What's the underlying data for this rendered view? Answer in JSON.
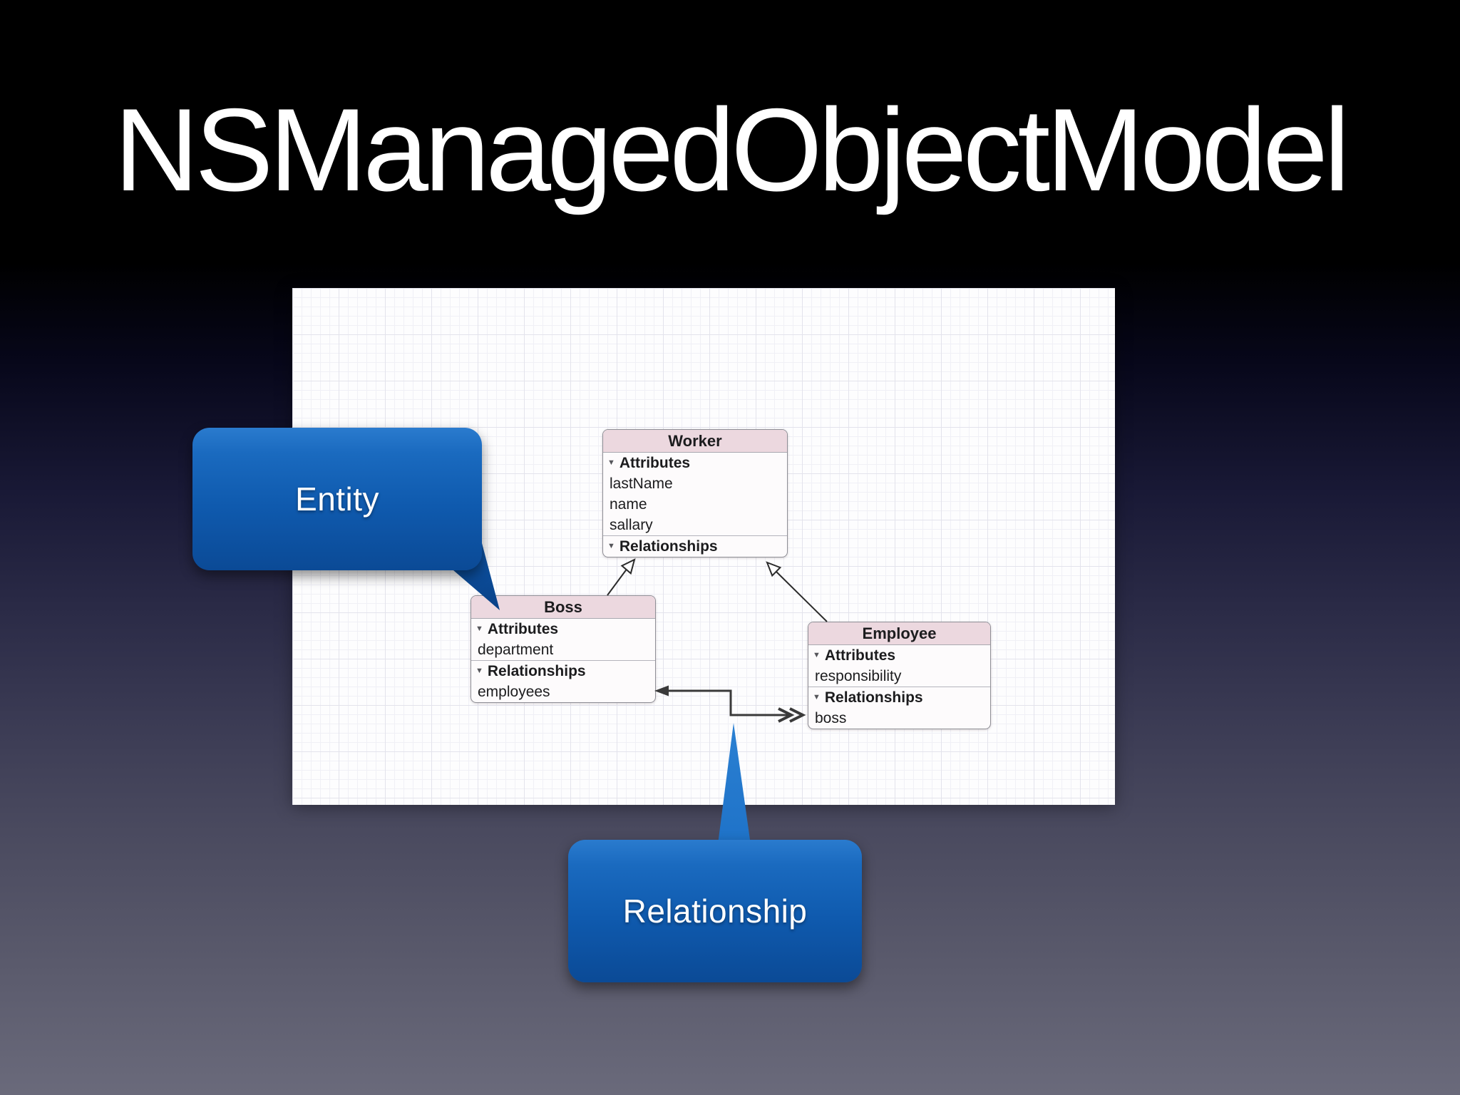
{
  "slide": {
    "title": "NSManagedObjectModel"
  },
  "callouts": {
    "entity": "Entity",
    "relationship": "Relationship"
  },
  "diagram": {
    "labels": {
      "attributes": "Attributes",
      "relationships": "Relationships"
    },
    "entities": [
      {
        "name": "Worker",
        "attributes": [
          "lastName",
          "name",
          "sallary"
        ],
        "relationships": []
      },
      {
        "name": "Boss",
        "attributes": [
          "department"
        ],
        "relationships": [
          "employees"
        ]
      },
      {
        "name": "Employee",
        "attributes": [
          "responsibility"
        ],
        "relationships": [
          "boss"
        ]
      }
    ]
  },
  "colors": {
    "callout_blue_top": "#2a7bce",
    "callout_blue_bottom": "#0b4a96",
    "entity_header_pink": "#ecd8df",
    "panel_white": "#fdfdfe",
    "arrow_gray": "#3a3a3a",
    "background_bottom": "#6a6a7b"
  }
}
